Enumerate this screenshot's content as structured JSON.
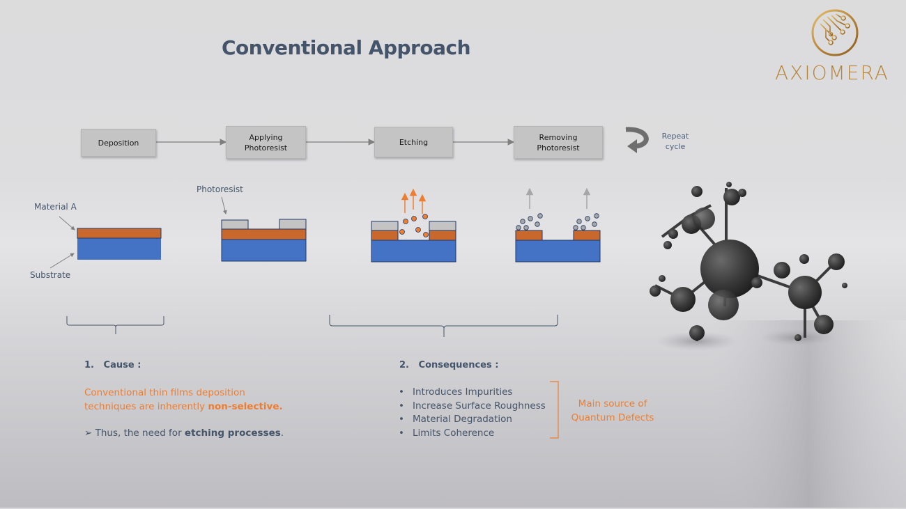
{
  "slide": {
    "title": "Conventional Approach"
  },
  "process_flow": {
    "steps": [
      {
        "label_line1": "Deposition",
        "label_line2": ""
      },
      {
        "label_line1": "Applying",
        "label_line2": "Photoresist"
      },
      {
        "label_line1": "Etching",
        "label_line2": ""
      },
      {
        "label_line1": "Removing",
        "label_line2": "Photoresist"
      }
    ],
    "repeat": {
      "line1": "Repeat",
      "line2": "cycle",
      "icon": "curved-return-arrow-icon"
    }
  },
  "cross_sections": {
    "labels": {
      "material_a": "Material A",
      "substrate": "Substrate",
      "photoresist": "Photoresist"
    },
    "colors": {
      "material_a": "#c9682c",
      "substrate": "#4472c4",
      "photoresist": "#c4c4c4",
      "outline": "#1f3864",
      "etch_particles": "#ed7d31",
      "impurity_particles": "#a6a6a6"
    }
  },
  "cause": {
    "heading": "1.   Cause :",
    "statement_line1": "Conventional thin films deposition",
    "statement_line2_prefix": "techniques are inherently ",
    "statement_line2_bold": "non-selective.",
    "conclusion_arrow": "➢",
    "conclusion_prefix": " Thus, the need for ",
    "conclusion_bold": "etching processes",
    "conclusion_suffix": "."
  },
  "consequences": {
    "heading": "2.   Consequences :",
    "items": [
      "Introduces Impurities",
      "Increase Surface Roughness",
      "Material Degradation",
      "Limits Coherence"
    ],
    "bullet": "•",
    "summary_line1": "Main source of",
    "summary_line2": "Quantum Defects"
  },
  "brand": {
    "name": "AXIOMERA",
    "color": "#b8863b"
  },
  "theme": {
    "accent_orange": "#ed7d31",
    "text_dark_blue": "#44546a"
  }
}
